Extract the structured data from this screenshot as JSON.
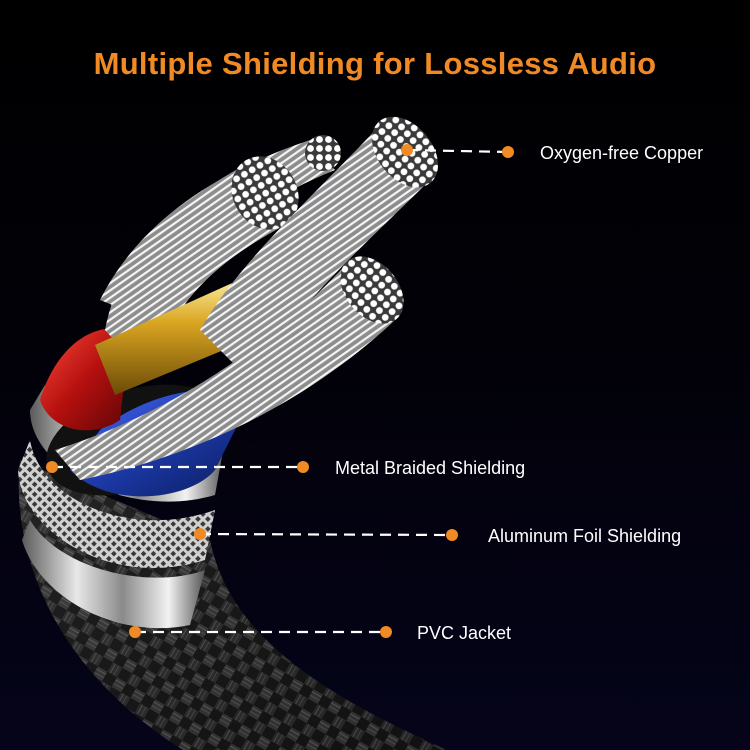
{
  "title": "Multiple Shielding for Lossless Audio",
  "colors": {
    "title": "#f08a24",
    "marker": "#f08a24",
    "label": "#ffffff",
    "background": "#04030f",
    "copper_core": "#c9a22a",
    "red_insulation": "#c0161b",
    "blue_insulation": "#1f3fb0",
    "silver": "#c8c8c8"
  },
  "callouts": [
    {
      "label": "Oxygen-free Copper",
      "marker_icon": "dot-marker"
    },
    {
      "label": "Metal Braided Shielding",
      "marker_icon": "dot-marker"
    },
    {
      "label": "Aluminum Foil Shielding",
      "marker_icon": "dot-marker"
    },
    {
      "label": "PVC Jacket",
      "marker_icon": "dot-marker"
    }
  ]
}
